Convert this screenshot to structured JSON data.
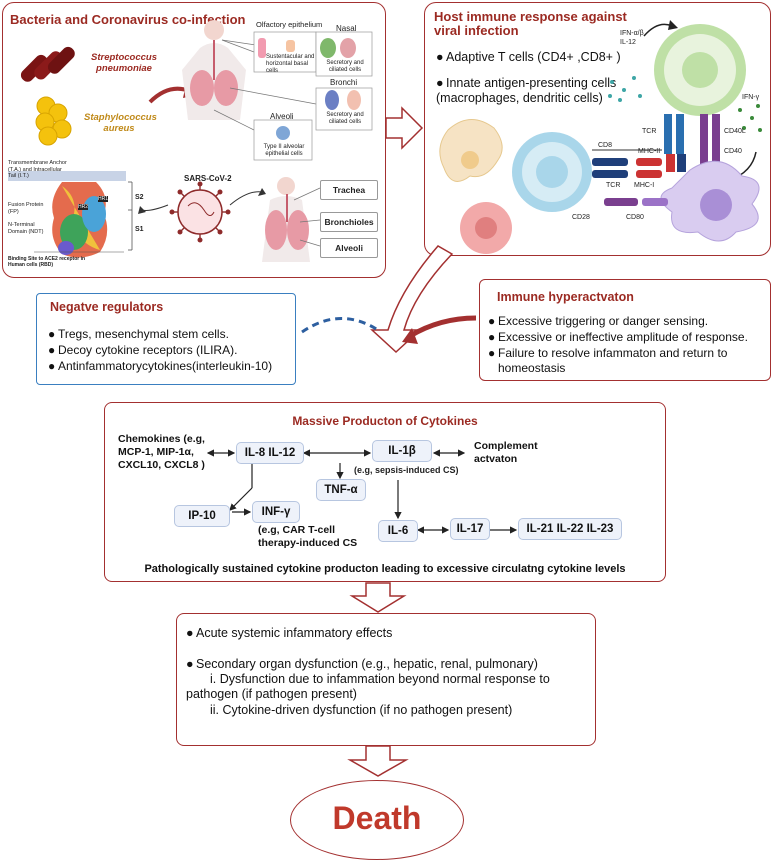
{
  "panel1": {
    "title": "Bacteria and Coronavirus co-infection",
    "bacteria1": "Streptococcus pneumoniae",
    "bacteria2": "Staphylococcus aureus",
    "olfactory": "Olfactory epithelium",
    "sustentacular": "Sustentacular and horizontal basal cells",
    "nasal": "Nasal",
    "nasal_cells": "Secretory and ciliated cells",
    "bronchi": "Bronchi",
    "bronchi_cells": "Secretory and ciliated cells",
    "alveoli_top": "Alveoli",
    "alveoli_cells": "Type II alveolar epithelial cells",
    "virus": "SARS-CoV-2",
    "spike_labels": [
      "Transmembrane Anchor (T.A.) and Intracellular Tail (I.T.)",
      "Fusion Protein (FP)",
      "N-Terminal Domain (NDT)",
      "Binding Site to ACE2 receptor in Human cells (RBD)"
    ],
    "s2": "S2",
    "s1": "S1",
    "hr1": "HR1",
    "hr2": "HR2",
    "organs": [
      "Trachea",
      "Bronchioles",
      "Alveoli"
    ]
  },
  "panel2": {
    "title_line1": "Host immune response against",
    "title_line2": "viral infection",
    "bullet1": "Adaptive T cells (CD4+ ,CD8+ )",
    "bullet2_line1": "Innate antigen-presenting cells",
    "bullet2_line2": "(macrophages, dendritic cells)",
    "labels": {
      "ifn_ab": "IFN-α/β",
      "il12": "IL-12",
      "ifn_g": "IFN-γ",
      "tcr1": "TCR",
      "mhc2": "MHC-II",
      "cd40l": "CD40L",
      "cd40": "CD40",
      "cd8": "CD8",
      "tcr2": "TCR",
      "mhc1": "MHC-I",
      "cd28": "CD28",
      "cd80": "CD80"
    }
  },
  "negative": {
    "title": "Negatve regulators",
    "items": [
      "Tregs, mesenchymal stem cells.",
      "Decoy cytokine receptors (ILIRA).",
      "Antinfammatorycytokines(interleukin-10)"
    ]
  },
  "hyper": {
    "title": "Immune hyperactvaton",
    "items": [
      "Excessive triggering or danger sensing.",
      "Excessive or ineffective amplitude of response.",
      "Failure to resolve infammaton and return to"
    ],
    "item3_cont": "homeostasis"
  },
  "cytokines": {
    "title": "Massive Producton of Cytokines",
    "chemokines_lines": [
      "Chemokines (e.g,",
      "MCP-1, MIP-1α,",
      "CXCL10, CXCL8 )"
    ],
    "il8_il12": "IL-8 IL-12",
    "il1b": "IL-1β",
    "il1b_note": "(e.g, sepsis-induced CS)",
    "complement_lines": [
      "Complement",
      "actvaton"
    ],
    "tnfa": "TNF-α",
    "infg": "INF-γ",
    "ip10": "IP-10",
    "car_lines": [
      "(e.g, CAR T-cell",
      "therapy-induced CS"
    ],
    "il6": "IL-6",
    "il17": "IL-17",
    "il21": "IL-21 IL-22 IL-23",
    "footer": "Pathologically sustained cytokine producton leading to excessive circulatng cytokine levels"
  },
  "effects": {
    "bullet1": "Acute systemic infammatory effects",
    "bullet2": "Secondary organ dysfunction (e.g., hepatic, renal, pulmonary)",
    "sub1_line1": "i. Dysfunction due to infammation beyond normal response to",
    "sub1_line2": "pathogen (if pathogen present)",
    "sub2": "ii. Cytokine-driven dysfunction (if no pathogen present)"
  },
  "outcome": "Death",
  "colors": {
    "dark_red": "#9b2a22",
    "blue_border": "#3a7fc0",
    "pill_bg": "#eef2fa",
    "death_red": "#c0392b"
  }
}
